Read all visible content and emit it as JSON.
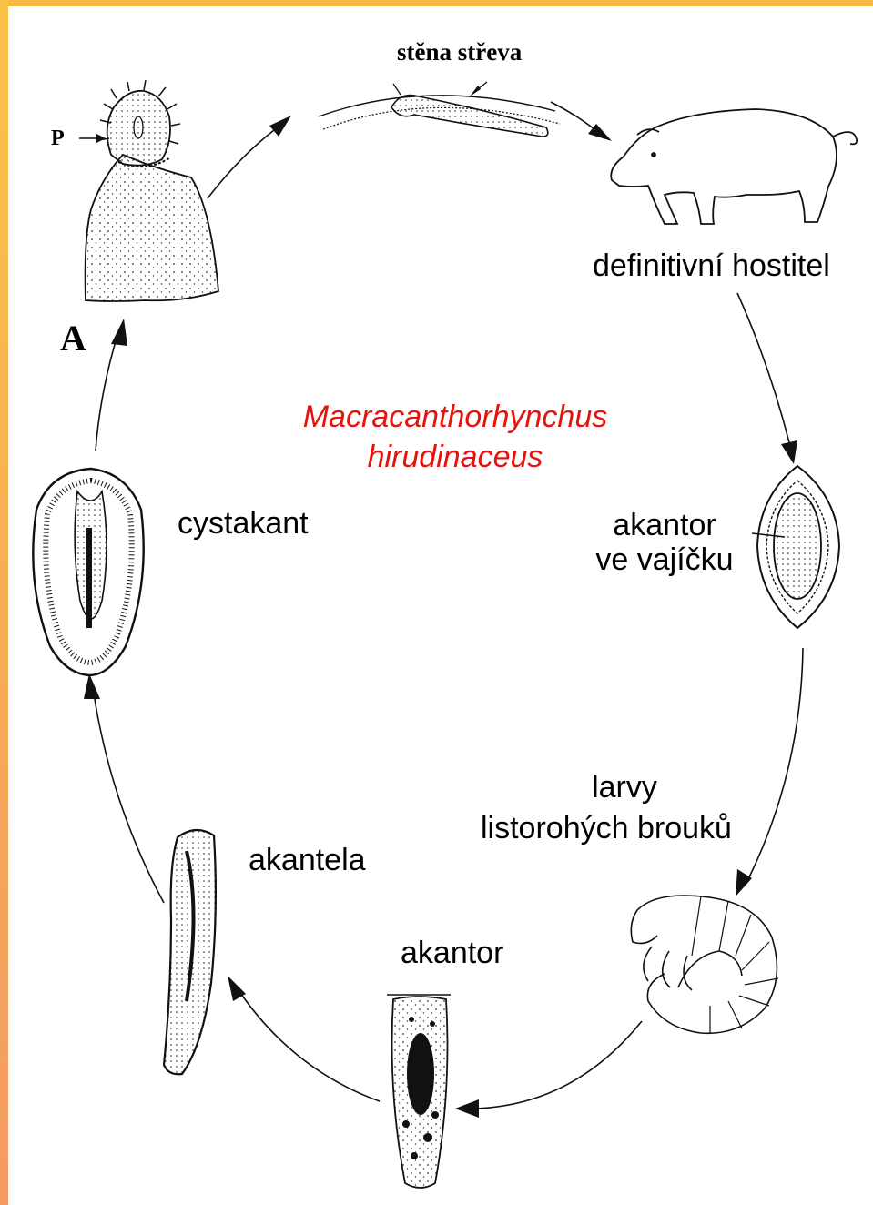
{
  "title": {
    "line1": "Macracanthorhynchus",
    "line2": "hirudinaceus",
    "color": "#e8120c"
  },
  "labels": {
    "intestine_wall": "stěna střeva",
    "definitive_host": "definitivní hostitel",
    "egg_line1": "akantor",
    "egg_line2": "ve vajíčku",
    "beetle_line1": "larvy",
    "beetle_line2": "listorohých brouků",
    "acanthor": "akantor",
    "acanthella": "akantela",
    "cystacanth": "cystakant",
    "adult_letter": "A",
    "proboscis_letter": "P"
  },
  "frame": {
    "top_color": "#f7b842",
    "left_gradient": [
      "#fbc247",
      "#f49a63"
    ]
  }
}
